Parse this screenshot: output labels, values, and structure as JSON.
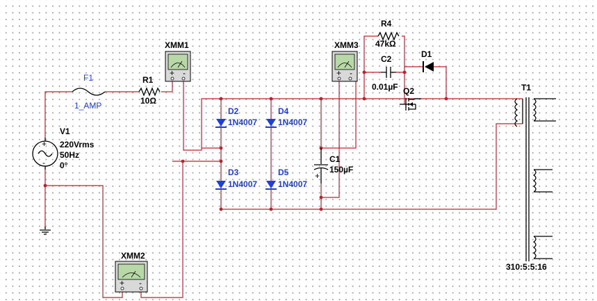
{
  "components": {
    "fuse": {
      "ref": "F1",
      "value": "1_AMP"
    },
    "resistor_r1": {
      "ref": "R1",
      "value": "10Ω"
    },
    "source": {
      "ref": "V1",
      "voltage": "220Vrms",
      "frequency": "50Hz",
      "phase": "0°"
    },
    "diodes": [
      {
        "ref": "D2",
        "part": "1N4007"
      },
      {
        "ref": "D4",
        "part": "1N4007"
      },
      {
        "ref": "D3",
        "part": "1N4007"
      },
      {
        "ref": "D5",
        "part": "1N4007"
      }
    ],
    "capacitor_c1": {
      "ref": "C1",
      "value": "150µF"
    },
    "resistor_r4": {
      "ref": "R4",
      "value": "47kΩ"
    },
    "capacitor_c2": {
      "ref": "C2",
      "value": "0.01µF"
    },
    "diode_d1": {
      "ref": "D1"
    },
    "mosfet": {
      "ref": "Q2"
    },
    "transformer": {
      "ref": "T1",
      "ratio": "310:5:5:16"
    },
    "multimeters": [
      {
        "ref": "XMM1"
      },
      {
        "ref": "XMM2"
      },
      {
        "ref": "XMM3"
      }
    ]
  },
  "colors": {
    "wire": "#c0202a",
    "diode": "#1f3fd6",
    "meter_face": "#b9d8a8",
    "background": "#ffffff"
  }
}
